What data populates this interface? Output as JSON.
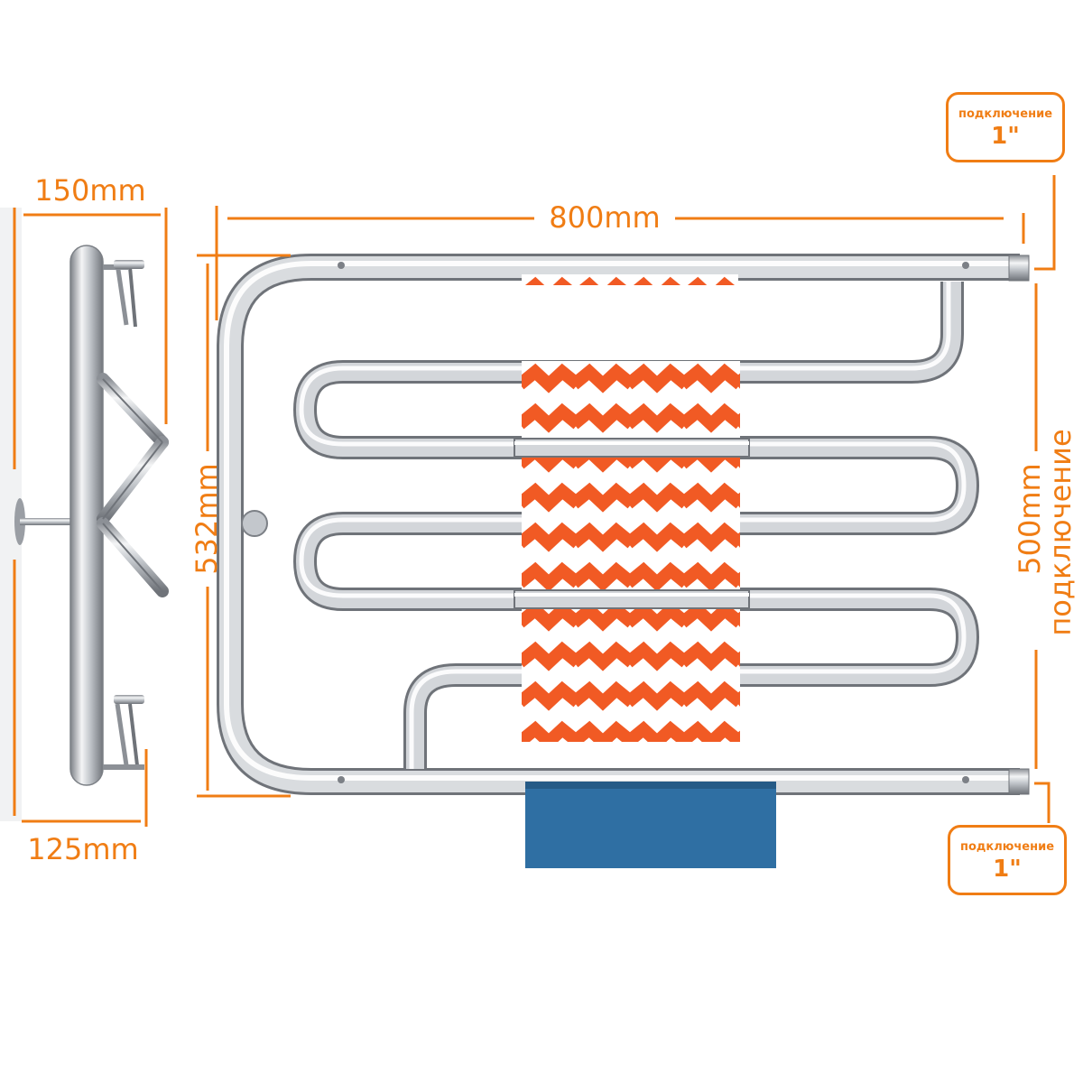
{
  "dimensions": {
    "side_depth_top": "150mm",
    "side_depth_bottom": "125mm",
    "width": "800mm",
    "height": "532mm",
    "connection_distance": "500mm",
    "connection_distance_label": "подключение"
  },
  "connections": [
    {
      "label": "подключение",
      "size": "1\""
    },
    {
      "label": "подключение",
      "size": "1\""
    }
  ],
  "colors": {
    "accent": "#F07D14",
    "towel_orange": "#F15A24",
    "towel_blue": "#2F6FA3",
    "chrome": "#B8BCC2"
  }
}
